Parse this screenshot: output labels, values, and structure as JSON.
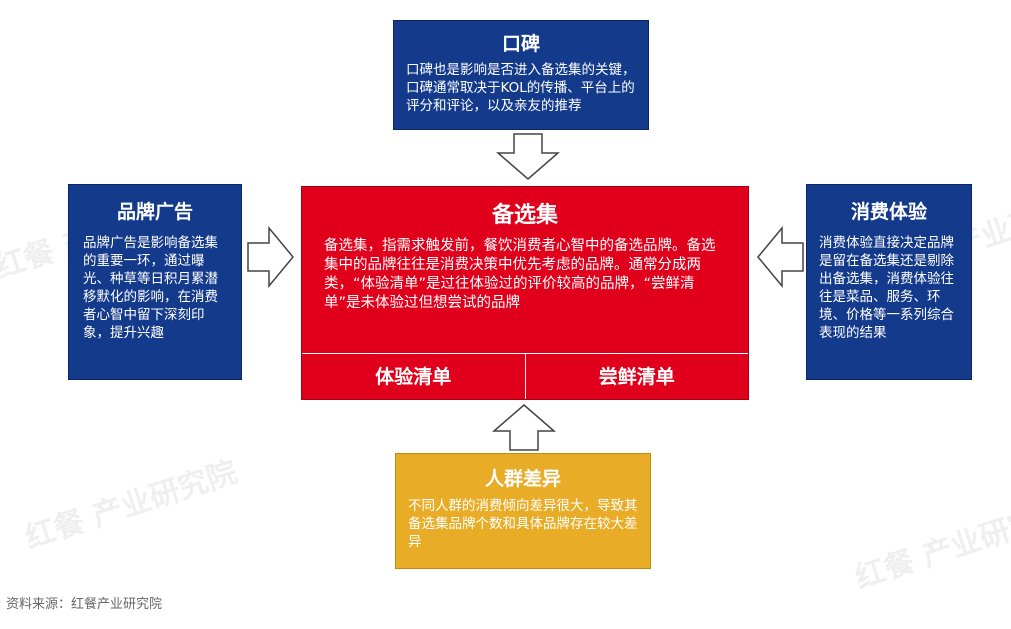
{
  "top": {
    "title": "口碑",
    "text": "口碑也是影响是否进入备选集的关键，口碑通常取决于KOL的传播、平台上的评分和评论，以及亲友的推荐"
  },
  "left": {
    "title": "品牌广告",
    "text": "品牌广告是影响备选集的重要一环，通过曝光、种草等日积月累潜移默化的影响，在消费者心智中留下深刻印象，提升兴趣"
  },
  "right": {
    "title": "消费体验",
    "text": "消费体验直接决定品牌是留在备选集还是剔除出备选集，消费体验往往是菜品、服务、环境、价格等一系列综合表现的结果"
  },
  "center": {
    "title": "备选集",
    "text": "备选集，指需求触发前，餐饮消费者心智中的备选品牌。备选集中的品牌往往是消费决策中优先考虑的品牌。通常分成两类，“体验清单”是过往体验过的评价较高的品牌，“尝鲜清单”是未体验过但想尝试的品牌",
    "list_left": "体验清单",
    "list_right": "尝鲜清单"
  },
  "bottom": {
    "title": "人群差异",
    "text": "不同人群的消费倾向差异很大，导致其备选集品牌个数和具体品牌存在较大差异"
  },
  "source": "资料来源：红餐产业研究院",
  "watermark": "红餐 产业研究院",
  "colors": {
    "navy": "#143a8c",
    "red": "#e0001b",
    "gold": "#e8ac26"
  }
}
